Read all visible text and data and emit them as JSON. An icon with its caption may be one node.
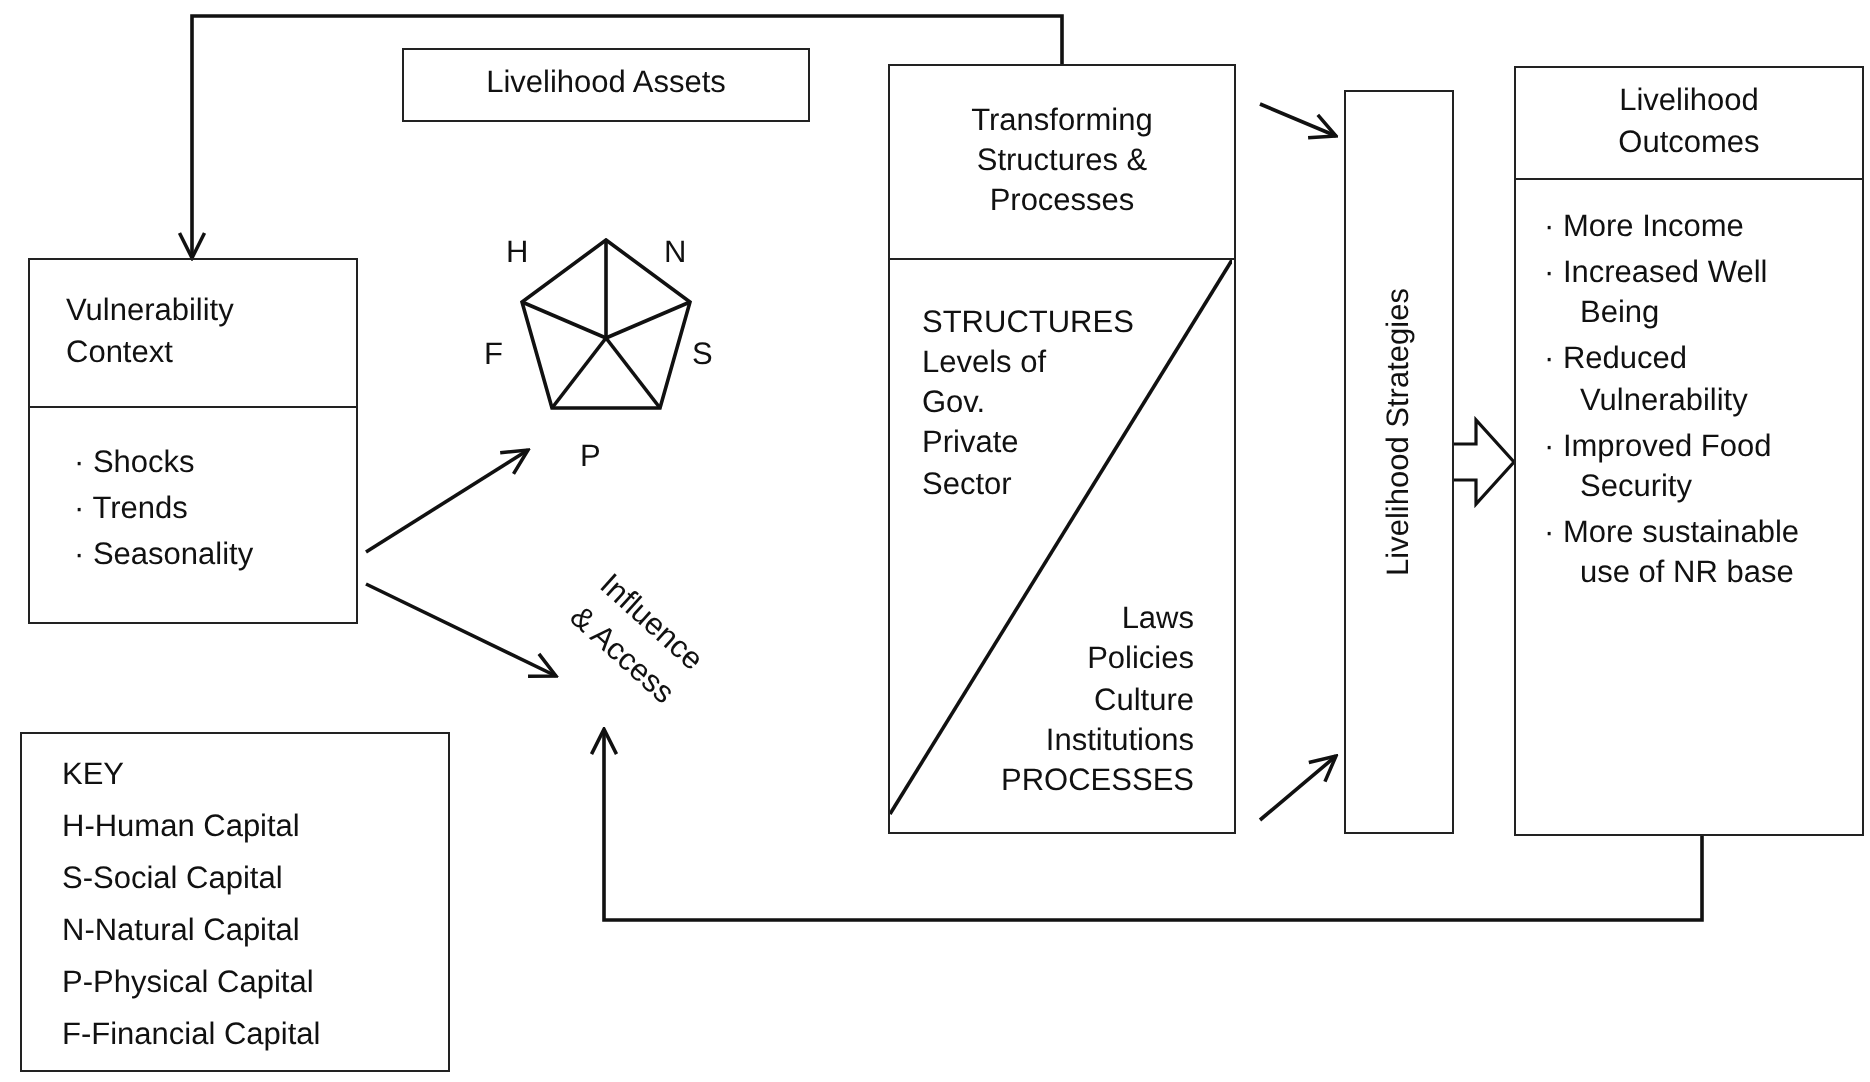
{
  "diagram": {
    "nodes": [
      {
        "text": [
          "Vulnerability Context",
          "· Shocks",
          "· Trends",
          "· Seasonality"
        ]
      },
      {
        "text": [
          "Livelihood Assets"
        ]
      },
      {
        "text": [],
        "shape": "pentagon",
        "beside": [
          "H",
          "N",
          "F",
          "S",
          "P"
        ]
      },
      {
        "text": [
          "Influence & Access"
        ]
      },
      {
        "text": [
          "Transforming Structures & Processes",
          "STRUCTURES",
          "Levels of Gov.",
          "Private Sector",
          "Laws",
          "Policies",
          "Culture",
          "Institutions",
          "PROCESSES"
        ]
      },
      {
        "text": [
          "Livelihood Strategies"
        ]
      },
      {
        "text": [
          "Livelihood Outcomes",
          "· More Income",
          "· Increased Well Being",
          "· Reduced Vulnerability",
          "· Improved Food Security",
          "· More sustainable use of NR base"
        ]
      },
      {
        "text": [
          "KEY",
          "H-Human Capital",
          "S-Social Capital",
          "N-Natural Capital",
          "P-Physical Capital",
          "F-Financial Capital"
        ]
      }
    ],
    "edges": [
      {
        "from": 4,
        "to": 0,
        "arrow": "to"
      },
      {
        "from": 0,
        "to": 2,
        "arrow": "to"
      },
      {
        "from": 0,
        "to": 3,
        "arrow": "to"
      },
      {
        "from": 6,
        "to": 3,
        "arrow": "to"
      },
      {
        "from": 4,
        "to": 5,
        "arrow": "to"
      },
      {
        "from": 4,
        "to": 5,
        "arrow": "to"
      },
      {
        "from": 5,
        "to": 6,
        "arrow": "to",
        "style": "thick"
      }
    ]
  }
}
